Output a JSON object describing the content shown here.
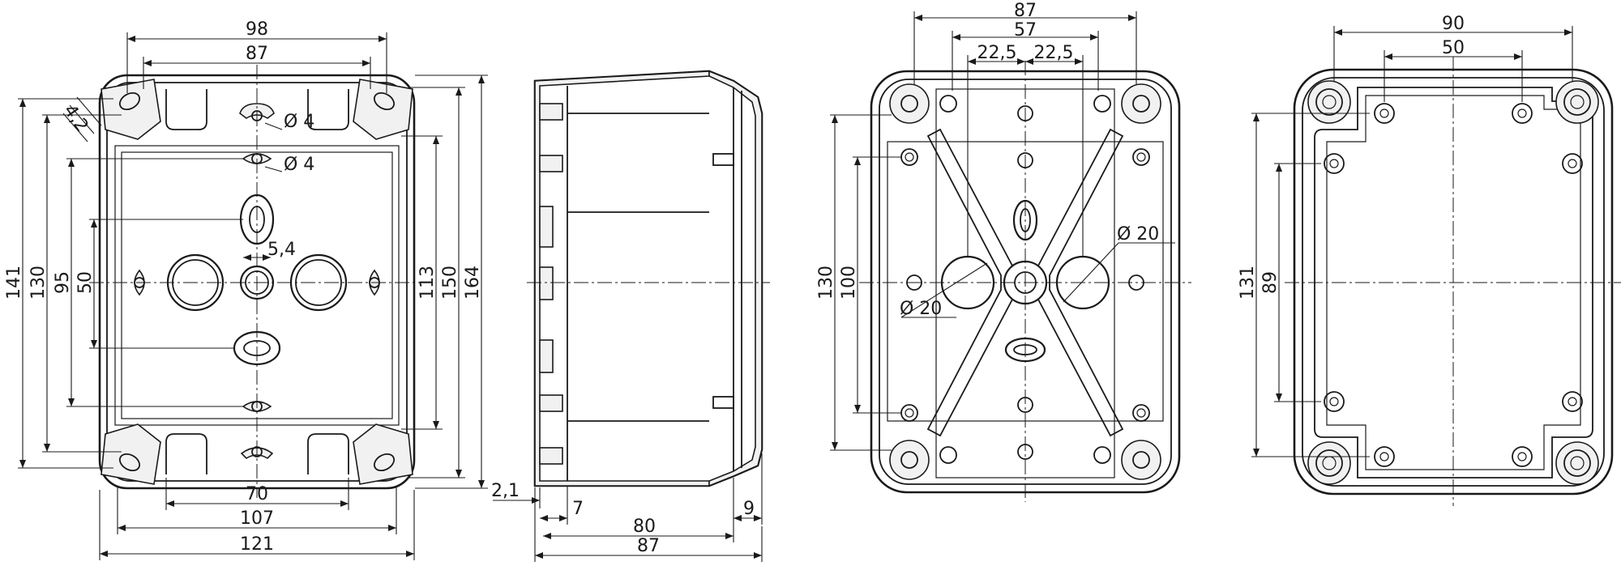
{
  "views": {
    "bottom_view": {
      "dims": {
        "w98": "98",
        "w87": "87",
        "w70": "70",
        "w107": "107",
        "w121": "121",
        "r42": "4,2",
        "hole4a": "Ø 4",
        "hole4b": "Ø 4",
        "w54": "5,4",
        "h141": "141",
        "h130": "130",
        "h95": "95",
        "h50": "50",
        "h113": "113",
        "h150": "150",
        "h164": "164"
      }
    },
    "side_section": {
      "dims": {
        "w21": "2,1",
        "w7": "7",
        "w80": "80",
        "w9": "9",
        "w87": "87"
      }
    },
    "inner_view": {
      "dims": {
        "w87": "87",
        "w57": "57",
        "w225a": "22,5",
        "w225b": "22,5",
        "d20a": "Ø 20",
        "d20b": "Ø 20",
        "h130": "130",
        "h100": "100"
      }
    },
    "lid_view": {
      "dims": {
        "w90": "90",
        "w50": "50",
        "h131": "131",
        "h89": "89"
      }
    }
  }
}
